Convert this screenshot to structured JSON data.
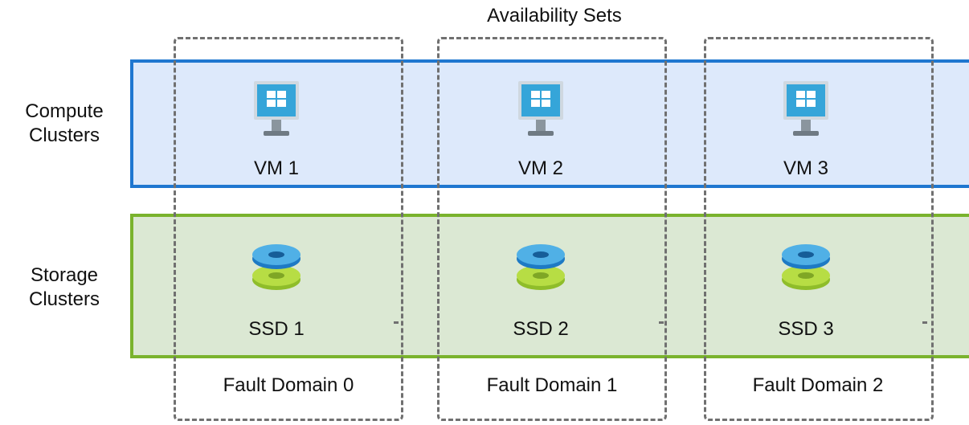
{
  "title": "Availability Sets",
  "rows": {
    "compute": "Compute\nClusters",
    "storage": "Storage\nClusters"
  },
  "domains": [
    {
      "label": "Fault Domain 0",
      "vm": "VM 1",
      "ssd": "SSD 1"
    },
    {
      "label": "Fault Domain 1",
      "vm": "VM 2",
      "ssd": "SSD 2"
    },
    {
      "label": "Fault Domain 2",
      "vm": "VM 3",
      "ssd": "SSD 3"
    }
  ],
  "colors": {
    "compute_border": "#1f77d0",
    "compute_fill": "#dde9fb",
    "storage_border": "#7ab32d",
    "storage_fill": "#dbe8d3",
    "dash": "#707070"
  },
  "icons": {
    "vm": "windows-monitor-icon",
    "ssd": "disk-stack-icon"
  }
}
